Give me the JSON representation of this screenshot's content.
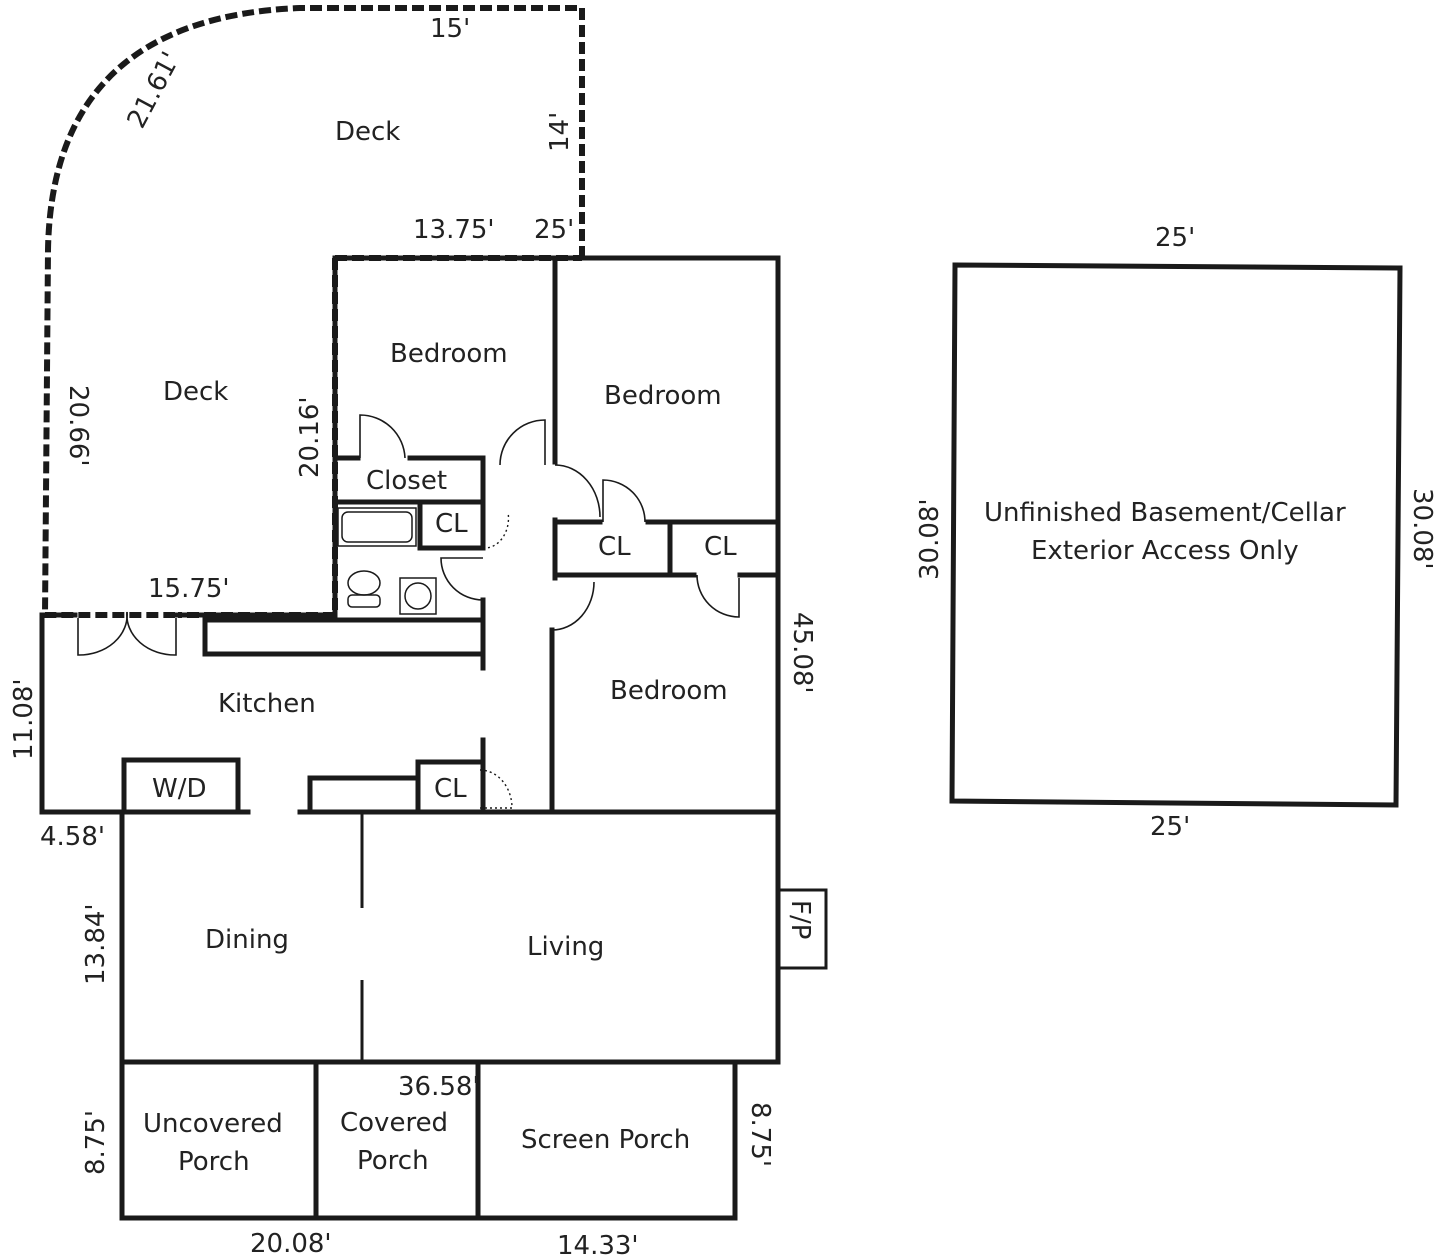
{
  "rooms": {
    "deck_top": "Deck",
    "deck_left": "Deck",
    "bedroom_1": "Bedroom",
    "bedroom_2": "Bedroom",
    "bedroom_3": "Bedroom",
    "closet": "Closet",
    "cl_bath": "CL",
    "cl_mid": "CL",
    "cl_right": "CL",
    "cl_kitchen": "CL",
    "kitchen": "Kitchen",
    "wd": "W/D",
    "dining": "Dining",
    "living": "Living",
    "fireplace": "F/P",
    "uncovered_porch_1": "Uncovered",
    "uncovered_porch_2": "Porch",
    "covered_porch_1": "Covered",
    "covered_porch_2": "Porch",
    "screen_porch": "Screen Porch",
    "basement_1": "Unfinished Basement/Cellar",
    "basement_2": "Exterior Access Only"
  },
  "dimensions": {
    "deck_top": "15'",
    "deck_arc": "21.61'",
    "deck_right": "14'",
    "deck_bottom": "13.75'",
    "deck_step": "25'",
    "deck_left": "20.66'",
    "deck_inner": "20.16'",
    "deck_base": "15.75'",
    "kitchen_side": "11.08'",
    "kitchen_step": "4.58'",
    "dining_side": "13.84'",
    "house_right": "45.08'",
    "house_bottom": "36.58'",
    "porch_left": "8.75'",
    "porch_right": "8.75'",
    "porch_bottom_left": "20.08'",
    "porch_bottom_right": "14.33'",
    "basement_top": "25'",
    "basement_bottom": "25'",
    "basement_left": "30.08'",
    "basement_right": "30.08'"
  }
}
